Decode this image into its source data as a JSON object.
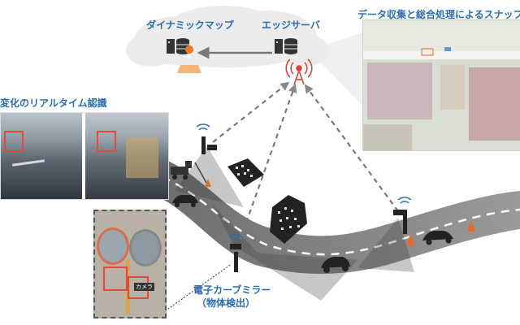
{
  "cloud": {
    "dynamic_map_label": "ダイナミックマップ",
    "edge_server_label": "エッジサーバ"
  },
  "panels": {
    "snapshot_title": "データ収集と総合処理によるスナップシ",
    "realtime_title": "変化のリアルタイム認識"
  },
  "mirror": {
    "label_line1": "電子カーブミラー",
    "label_line2": "（物体検出）",
    "photo_tag": "カメラ"
  },
  "colors": {
    "label_blue": "#2a6db0",
    "arrow_gray": "#7a7a7a",
    "antenna_red": "#d9463e",
    "cone_orange": "#e8692b",
    "detect_box": "#e0493c"
  }
}
